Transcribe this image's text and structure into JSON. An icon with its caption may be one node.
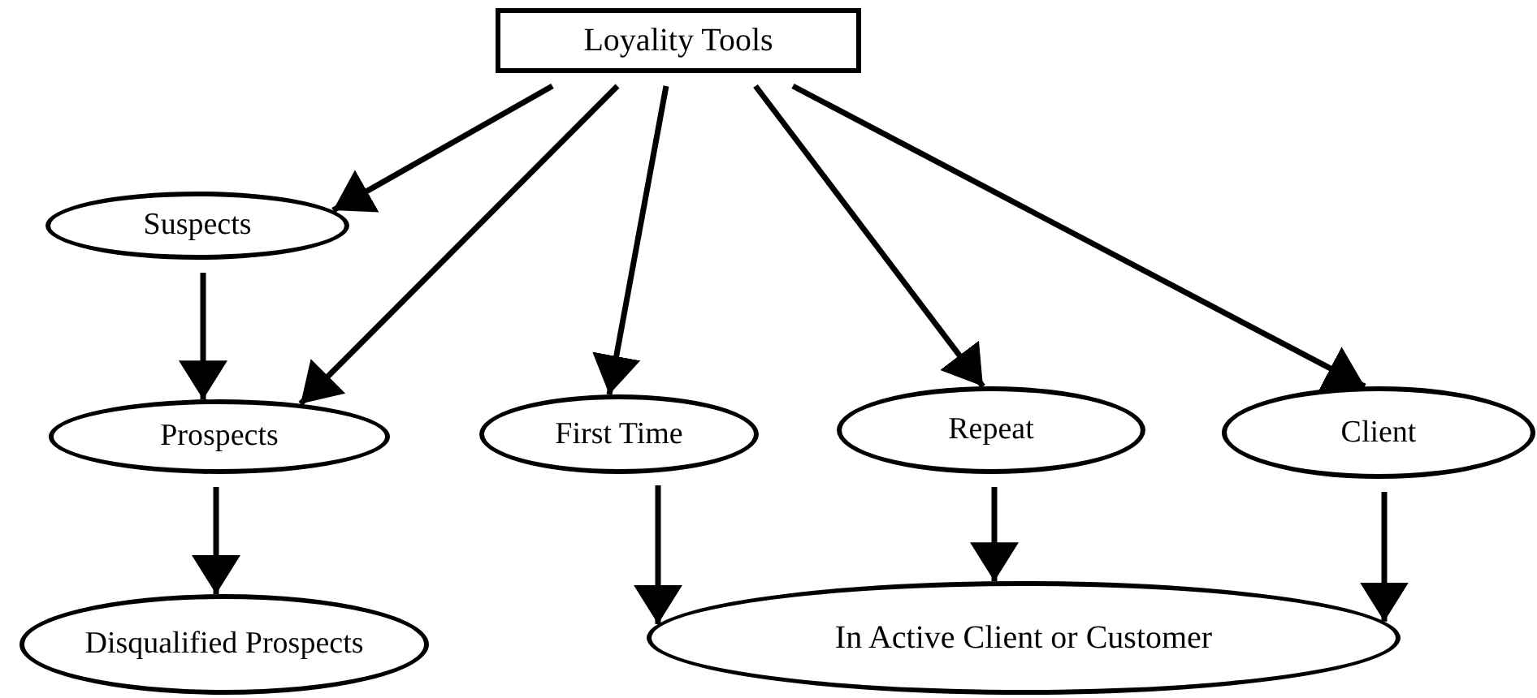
{
  "diagram": {
    "nodes": [
      {
        "text": [
          "Loyality Tools"
        ]
      },
      {
        "text": [
          "Suspects"
        ]
      },
      {
        "text": [
          "Prospects"
        ]
      },
      {
        "text": [
          "First Time"
        ]
      },
      {
        "text": [
          "Repeat"
        ]
      },
      {
        "text": [
          "Client"
        ]
      },
      {
        "text": [
          "Disqualified Prospects"
        ]
      },
      {
        "text": [
          "In Active Client or Customer"
        ]
      }
    ],
    "edges": [
      {
        "from": 0,
        "to": 1,
        "arrow": "to"
      },
      {
        "from": 0,
        "to": 2,
        "arrow": "to"
      },
      {
        "from": 0,
        "to": 3,
        "arrow": "to"
      },
      {
        "from": 0,
        "to": 4,
        "arrow": "to"
      },
      {
        "from": 0,
        "to": 5,
        "arrow": "to"
      },
      {
        "from": 1,
        "to": 2,
        "arrow": "to"
      },
      {
        "from": 2,
        "to": 6,
        "arrow": "to"
      },
      {
        "from": 3,
        "to": 7,
        "arrow": "to"
      },
      {
        "from": 4,
        "to": 7,
        "arrow": "to"
      },
      {
        "from": 5,
        "to": 7,
        "arrow": "to"
      }
    ]
  }
}
